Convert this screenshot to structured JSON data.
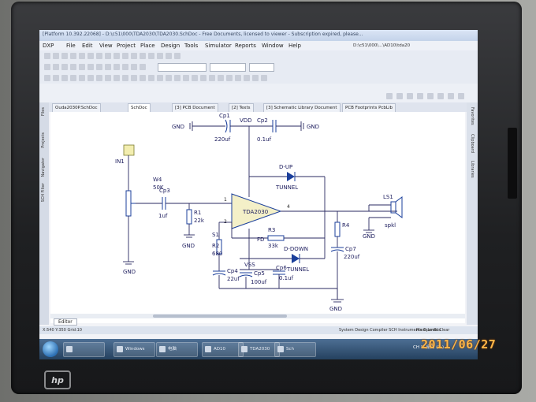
{
  "window": {
    "title": "[Platform 10.392.22068] - D:\\c51\\000\\TDA2030\\TDA2030.SchDoc - Free Documents, licensed to viewer - Subscription expired, please...",
    "path_box": "D:\\c51\\000\\...\\AD10\\tda20"
  },
  "menu": [
    "DXP",
    "File",
    "Edit",
    "View",
    "Project",
    "Place",
    "Design",
    "Tools",
    "Simulator",
    "Reports",
    "Window",
    "Help"
  ],
  "doc_tabs": [
    {
      "label": "Ouda2030P.SchDoc",
      "active": false
    },
    {
      "label": "SchDoc",
      "active": true
    },
    {
      "label": "[3] PCB Document",
      "active": false
    },
    {
      "label": "[2] Texts",
      "active": false
    },
    {
      "label": "[3] Schematic Library Document",
      "active": false
    },
    {
      "label": "PCB Footprints PcbLib",
      "active": false
    }
  ],
  "left_panel": [
    "Files",
    "Projects",
    "Navigator",
    "SCH Filter"
  ],
  "right_panel": [
    "Favorites",
    "Clipboard",
    "Libraries"
  ],
  "schematic": {
    "labels": {
      "vdd": "VDD",
      "cp1": "Cp1",
      "cp2": "Cp2",
      "gnd_left": "GND",
      "gnd_right": "GND",
      "cp1_val": "220uf",
      "cp2_val": "0.1uf",
      "in1": "IN1",
      "d_up": "D-UP",
      "tunnel1": "TUNNEL",
      "w4": "W4",
      "w4_val": "50K",
      "cp3": "Cp3",
      "cp3_val": "1uf",
      "r1": "R1",
      "r1_val": "22k",
      "u1": "TDA2030",
      "ls1": "LS1",
      "spk": "spkl",
      "gnd1": "GND",
      "gnd2": "GND",
      "r4": "R4",
      "r3": "R3",
      "r3_val": "33k",
      "fd": "FD",
      "cp7": "Cp7",
      "cp7_val": "220uf",
      "d_down": "D-DOWN",
      "tunnel2": "TUNNEL",
      "r2": "R2",
      "r2_val": "680",
      "s1": "S1",
      "vss": "VSS",
      "cp4": "Cp4",
      "cp4_val": "22uf",
      "cp5": "Cp5",
      "cp5_val": "100uf",
      "cp6": "Cp6",
      "cp6_val": "0.1uf",
      "gnd3": "GND",
      "gnd4": "GND",
      "pin1": "1",
      "pin2": "2",
      "pin4": "4"
    }
  },
  "editor_tab": "Editor",
  "status": {
    "left": "X:540 Y:350   Grid:10",
    "panels": "System   Design Compiler   SCH   Instruments   OpenBus",
    "right": "Mask Level   Clear"
  },
  "taskbar": {
    "buttons": [
      "",
      "Windows",
      "电脑",
      "AD10",
      "TDA2030",
      "Sch"
    ],
    "tray": "CH ☐ 桌面 (C:)"
  },
  "date_stamp": "2011/06/27",
  "colors": {
    "component": "#1b3f9b",
    "wire": "#2a2a60",
    "date": "#ffb648",
    "ic_fill": "#f4f0c8"
  }
}
